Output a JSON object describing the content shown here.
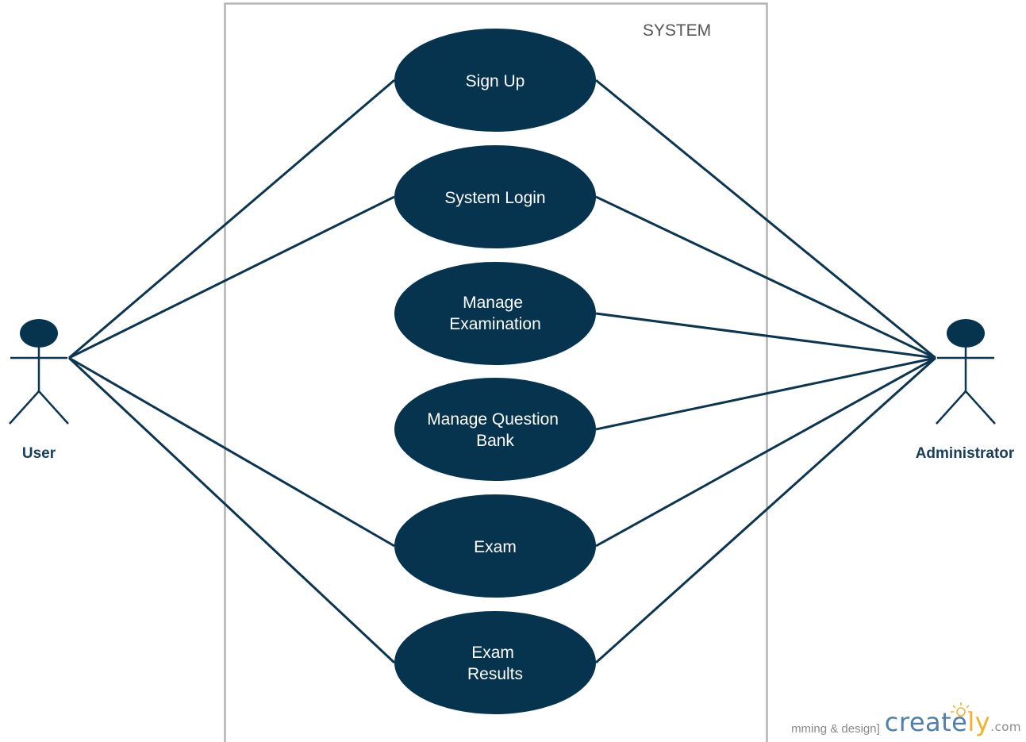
{
  "colors": {
    "shape_fill": "#06344f",
    "line": "#0b3550",
    "system_border": "#b3b3b3",
    "system_label": "#555555",
    "use_case_text": "#ffffff",
    "actor_label": "#173f5c"
  },
  "system": {
    "label": "SYSTEM"
  },
  "actors": {
    "user": {
      "label": "User"
    },
    "administrator": {
      "label": "Administrator"
    }
  },
  "use_cases": {
    "sign_up": {
      "lines": [
        "Sign Up"
      ]
    },
    "system_login": {
      "lines": [
        "System Login"
      ]
    },
    "manage_examination": {
      "lines": [
        "Manage",
        "Examination"
      ]
    },
    "manage_question_bank": {
      "lines": [
        "Manage Question",
        "Bank"
      ]
    },
    "exam": {
      "lines": [
        "Exam"
      ]
    },
    "exam_results": {
      "lines": [
        "Exam",
        "Results"
      ]
    }
  },
  "associations": [
    {
      "actor": "user",
      "use_case": "sign_up"
    },
    {
      "actor": "user",
      "use_case": "system_login"
    },
    {
      "actor": "user",
      "use_case": "exam"
    },
    {
      "actor": "user",
      "use_case": "exam_results"
    },
    {
      "actor": "administrator",
      "use_case": "sign_up"
    },
    {
      "actor": "administrator",
      "use_case": "system_login"
    },
    {
      "actor": "administrator",
      "use_case": "manage_examination"
    },
    {
      "actor": "administrator",
      "use_case": "manage_question_bank"
    },
    {
      "actor": "administrator",
      "use_case": "exam"
    },
    {
      "actor": "administrator",
      "use_case": "exam_results"
    }
  ],
  "watermark": {
    "tag": "mming & design]",
    "logo_main": "create",
    "logo_accent": "ly",
    "logo_suffix": ".com",
    "icon": "lightbulb-icon"
  }
}
